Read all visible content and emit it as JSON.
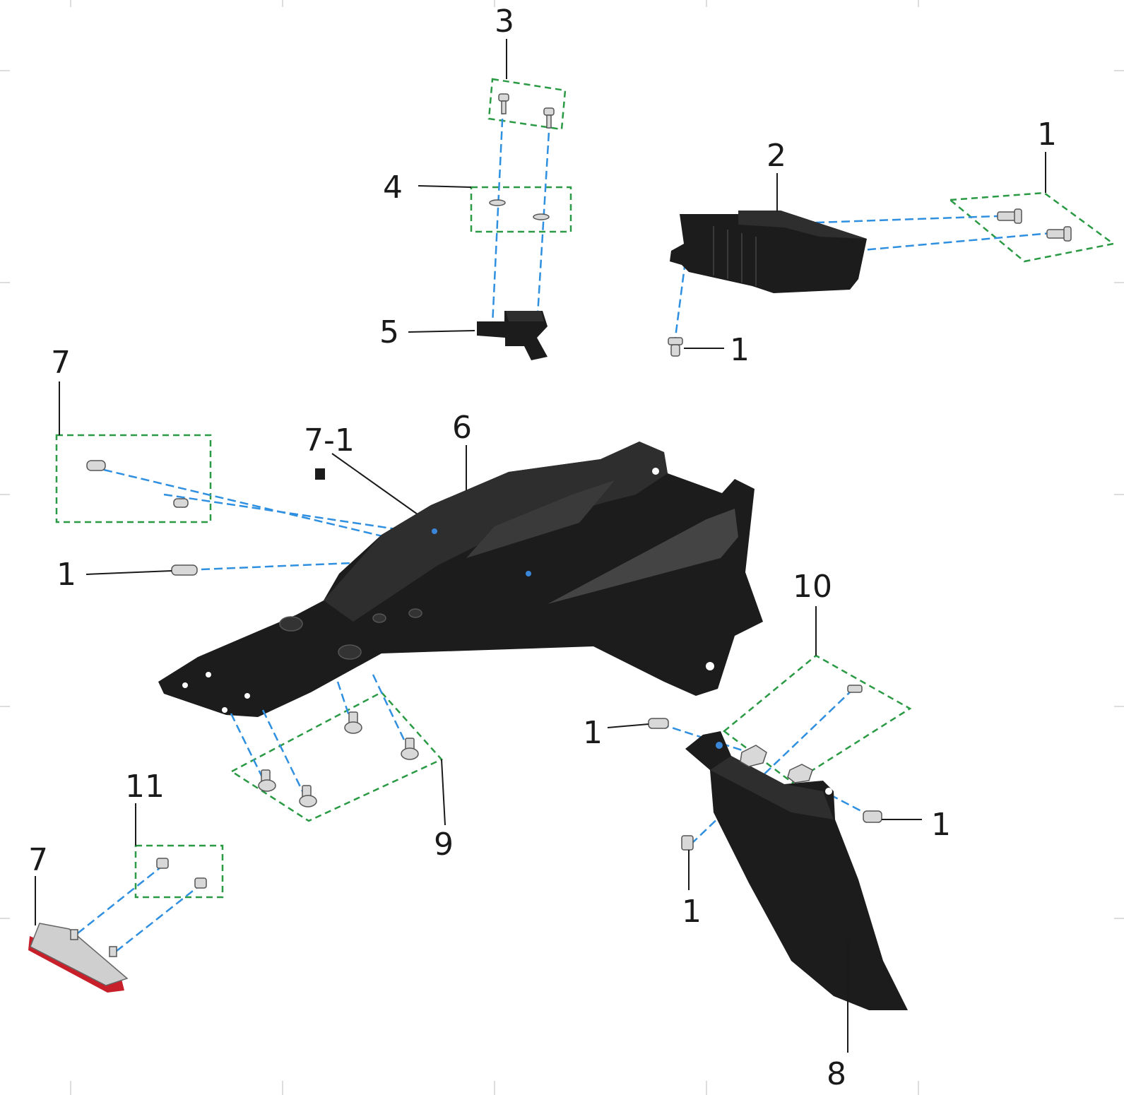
{
  "figure": {
    "callouts": [
      {
        "id": "c3",
        "text": "3"
      },
      {
        "id": "c4",
        "text": "4"
      },
      {
        "id": "c5",
        "text": "5"
      },
      {
        "id": "c2",
        "text": "2"
      },
      {
        "id": "c1-top-right",
        "text": "1"
      },
      {
        "id": "c1-box",
        "text": "1"
      },
      {
        "id": "c7-left",
        "text": "7"
      },
      {
        "id": "c7-1",
        "text": "7-1"
      },
      {
        "id": "c6",
        "text": "6"
      },
      {
        "id": "c1-left",
        "text": "1"
      },
      {
        "id": "c10",
        "text": "10"
      },
      {
        "id": "c1-mud-left",
        "text": "1"
      },
      {
        "id": "c1-mud-right",
        "text": "1"
      },
      {
        "id": "c1-mud-bottom",
        "text": "1"
      },
      {
        "id": "c7-bottom",
        "text": "7"
      },
      {
        "id": "c8",
        "text": "8"
      },
      {
        "id": "c9",
        "text": "9"
      },
      {
        "id": "c11",
        "text": "11"
      }
    ],
    "colors": {
      "group_box": "#2a9a44",
      "axis_line": "#2f8fe0",
      "part": "#1c1c1c",
      "reflector_red": "#c8202a",
      "fastener": "#d8d8d8"
    }
  }
}
